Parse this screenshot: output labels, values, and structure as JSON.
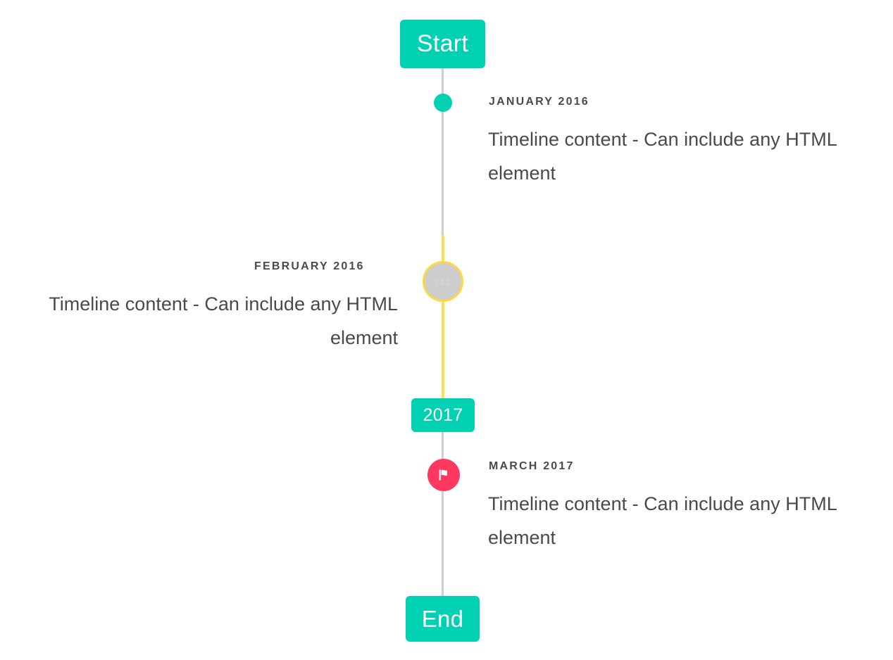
{
  "colors": {
    "accent_teal": "#00d1b2",
    "accent_yellow": "#ffd83d",
    "accent_pink": "#ff3860",
    "line_gray": "#cfcfcf",
    "marker_gray": "#cdcdcd",
    "text": "#4a4a4a"
  },
  "timeline": {
    "start_badge": "Start",
    "mid_badge": "2017",
    "end_badge": "End",
    "entries": [
      {
        "label": "JANUARY 2016",
        "body": "Timeline content - Can include any HTML element",
        "side": "right",
        "marker": "dot-icon"
      },
      {
        "label": "FEBRUARY 2016",
        "body": "Timeline content - Can include any HTML element",
        "side": "left",
        "marker": "broken-glyph-icon"
      },
      {
        "label": "MARCH 2017",
        "body": "Timeline content - Can include any HTML element",
        "side": "right",
        "marker": "flag-icon"
      }
    ]
  }
}
